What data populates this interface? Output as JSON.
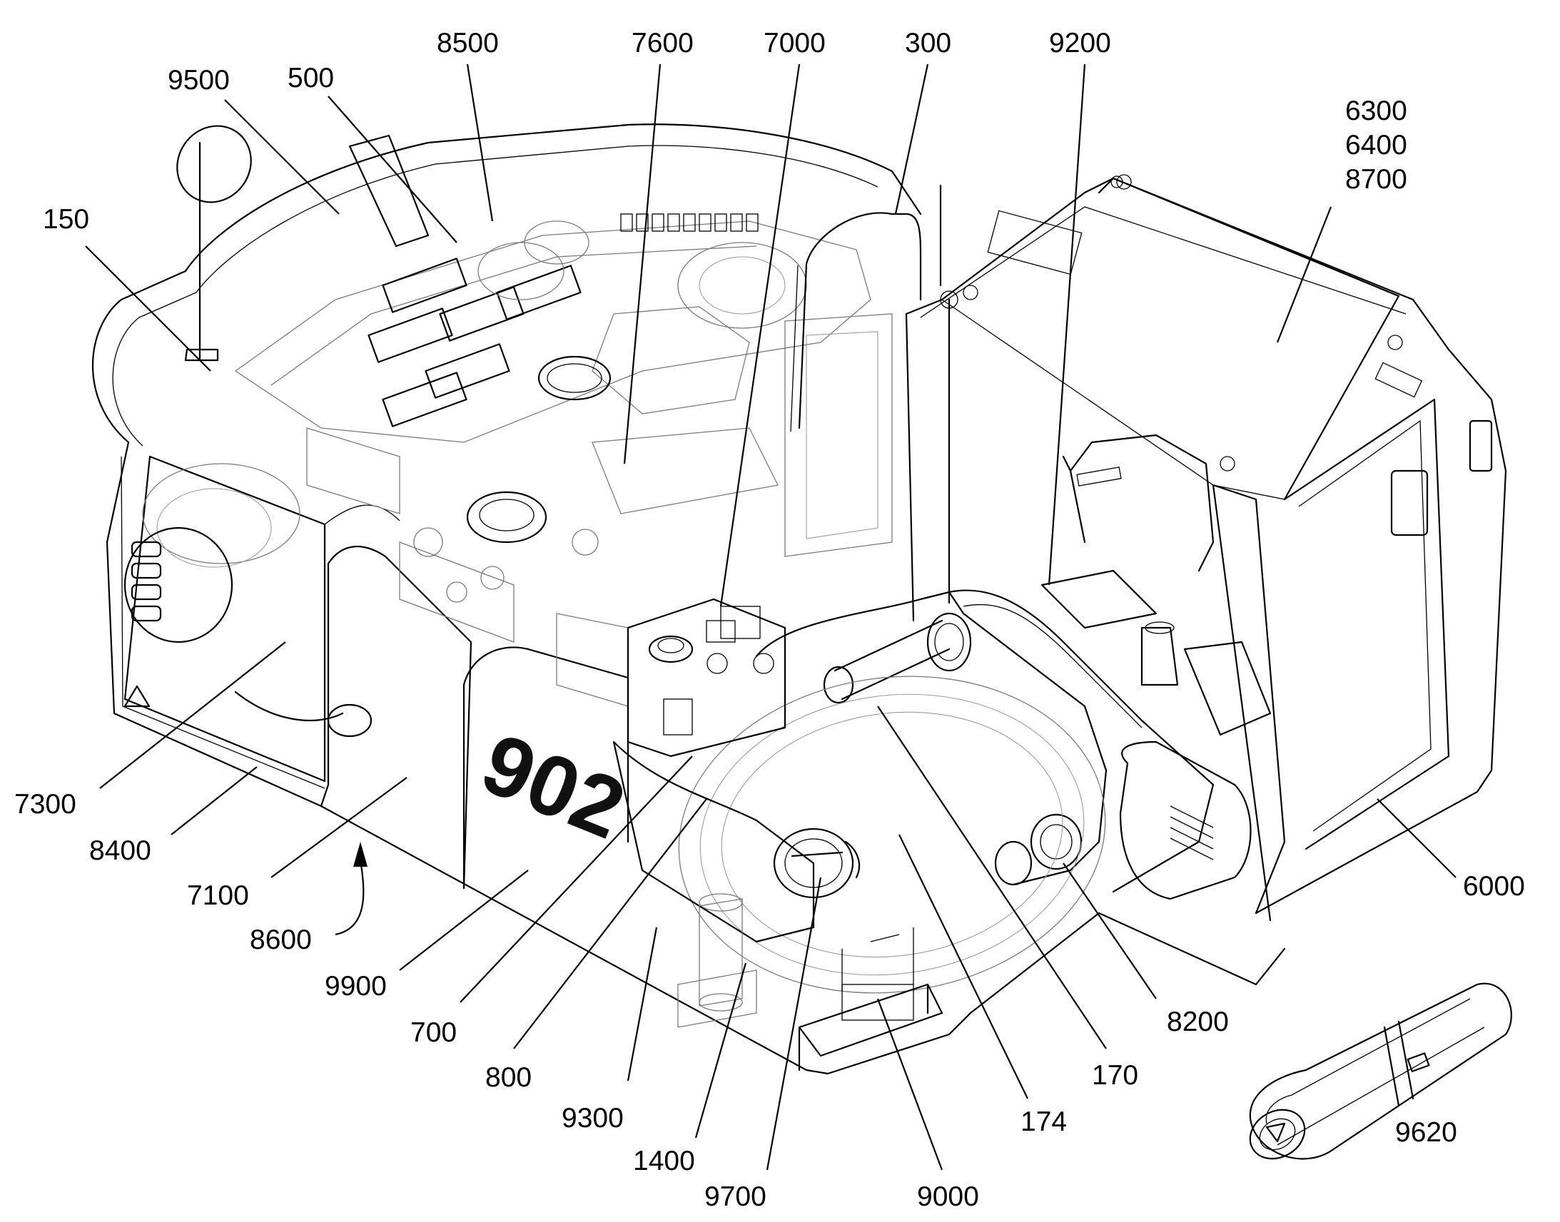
{
  "diagram": {
    "model_marking": "902",
    "labels": {
      "l150": "150",
      "l170": "170",
      "l174": "174",
      "l300": "300",
      "l500": "500",
      "l700": "700",
      "l800": "800",
      "l1400": "1400",
      "l6000": "6000",
      "l6300": "6300",
      "l6400": "6400",
      "l8700": "8700",
      "l7000": "7000",
      "l7100": "7100",
      "l7300": "7300",
      "l7600": "7600",
      "l8200": "8200",
      "l8400": "8400",
      "l8500": "8500",
      "l8600": "8600",
      "l9000": "9000",
      "l9200": "9200",
      "l9300": "9300",
      "l9500": "9500",
      "l9620": "9620",
      "l9700": "9700",
      "l9900": "9900"
    }
  }
}
